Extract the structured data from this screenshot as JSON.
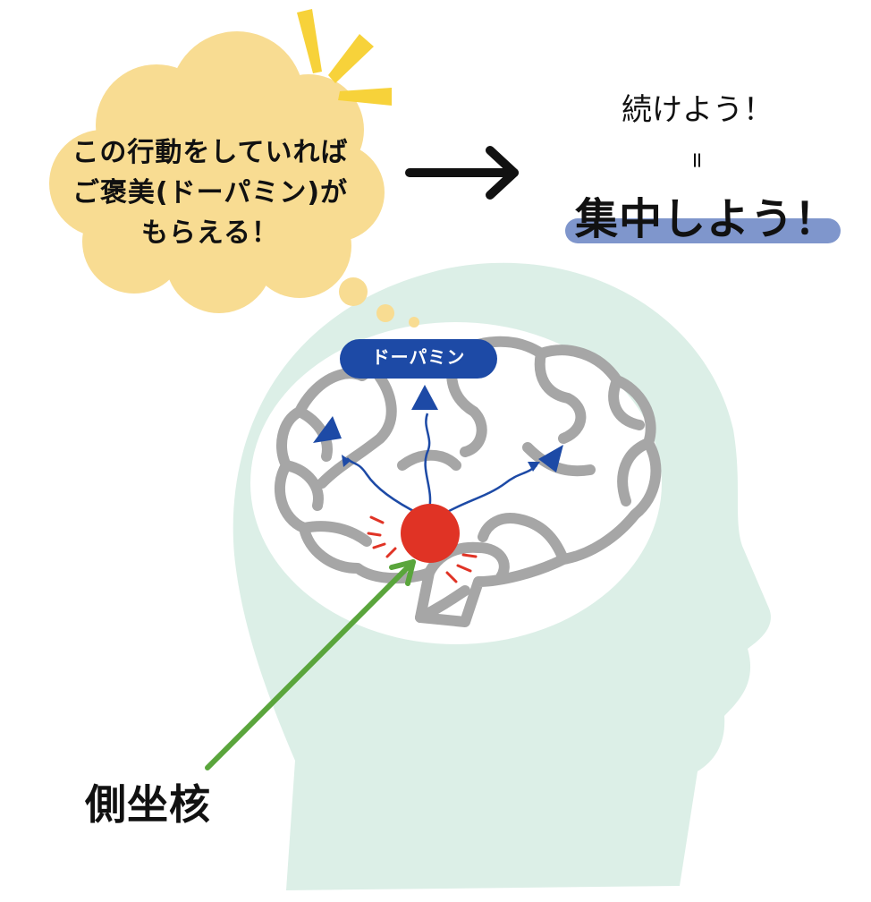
{
  "thought_bubble": {
    "text": "この行動をしていれば\nご褒美(ドーパミン)が\nもらえる！"
  },
  "result": {
    "continue_text": "続けよう！",
    "equals": "=",
    "focus_text": "集中しよう！"
  },
  "brain": {
    "dopamine_label": "ドーパミン",
    "nucleus_label": "側坐核"
  },
  "colors": {
    "head": "#dcefe7",
    "brain_bg": "#ffffff",
    "brain_lines": "#a6a6a6",
    "bubble": "#f8dc92",
    "spark": "#f7d23a",
    "dopamine_pill": "#1d4aa6",
    "highlight_bar": "#7f96cc",
    "nucleus": "#e03325",
    "pointer_arrow": "#5aa53c",
    "wave": "#1d4aa6"
  }
}
